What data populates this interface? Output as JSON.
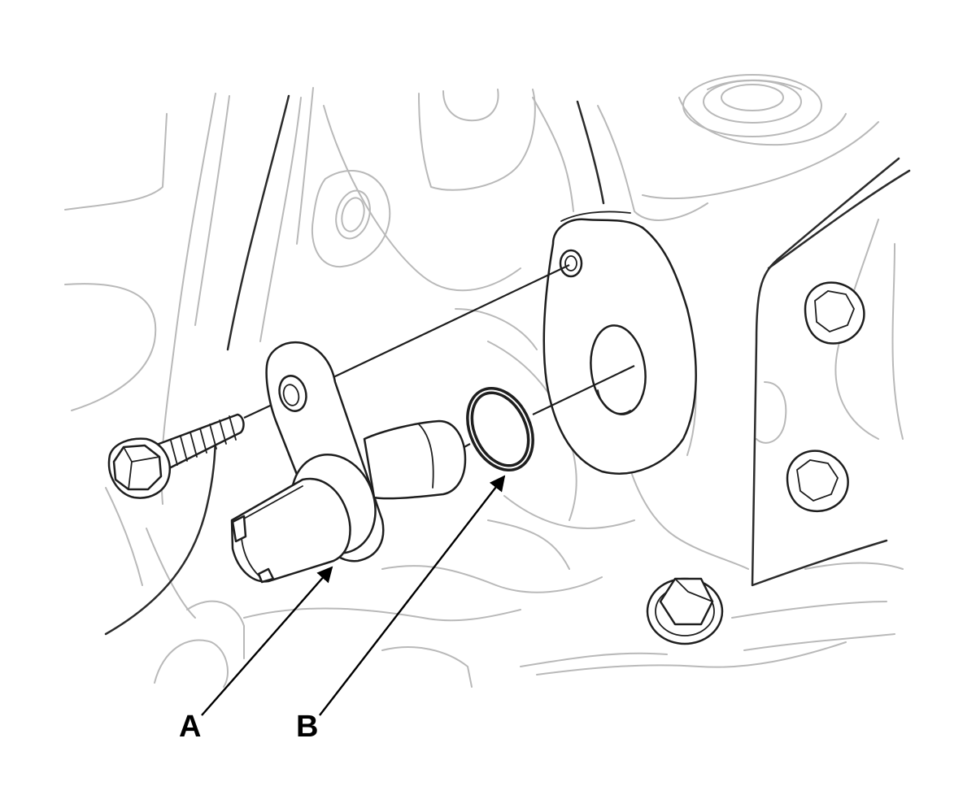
{
  "callouts": [
    {
      "id": "A",
      "text": "A"
    },
    {
      "id": "B",
      "text": "B"
    }
  ],
  "colors": {
    "background": "#ffffff",
    "engine_lines": "#b9b9b9",
    "part_lines": "#1e1e1e"
  }
}
